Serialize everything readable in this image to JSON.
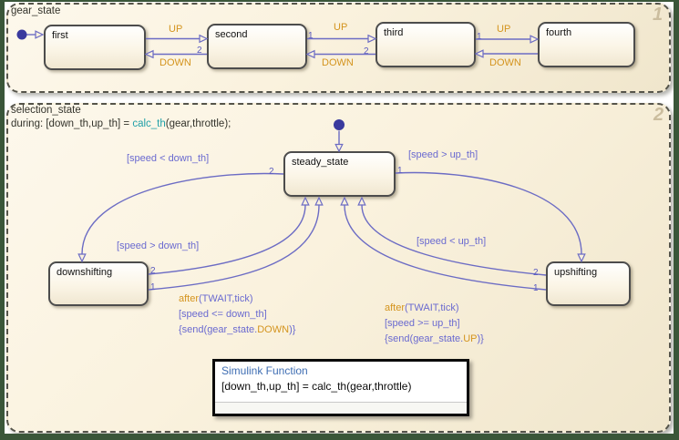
{
  "gear_state": {
    "title": "gear_state",
    "corner_number": "1",
    "states": {
      "first": "first",
      "second": "second",
      "third": "third",
      "fourth": "fourth"
    },
    "labels": {
      "up": "UP",
      "down": "DOWN"
    },
    "orders": {
      "one": "1",
      "two": "2"
    }
  },
  "selection_state": {
    "title": "selection_state",
    "corner_number": "2",
    "during": {
      "prefix": "during: [down_th,up_th] = ",
      "function": "calc_th",
      "suffix": "(gear,throttle);"
    },
    "states": {
      "steady": "steady_state",
      "down": "downshifting",
      "up": "upshifting"
    },
    "conditions": {
      "speed_lt_down": "[speed < down_th]",
      "speed_gt_up": "[speed > up_th]",
      "speed_gt_down": "[speed > down_th]",
      "speed_lt_up": "[speed < up_th]",
      "after_keyword": "after",
      "after_args": "(TWAIT,tick)",
      "speed_le_down": "[speed <= down_th]",
      "speed_ge_up": "[speed >= up_th]",
      "send_prefix": "{send(gear_state.",
      "event_down": "DOWN",
      "event_up": "UP",
      "send_suffix": ")}"
    },
    "orders": {
      "one": "1",
      "two": "2"
    }
  },
  "simulink_function": {
    "title": "Simulink Function",
    "signature": "[down_th,up_th] = calc_th(gear,throttle)"
  },
  "colors": {
    "transition_blue": "#6c6cc4",
    "keyword_orange": "#d4941e",
    "function_teal": "#21a0a8",
    "region_fill": "#faf2de",
    "frame_green": "#3a5639",
    "state_border": "#4c4c4c",
    "corner_tan": "#cbbd9e"
  }
}
